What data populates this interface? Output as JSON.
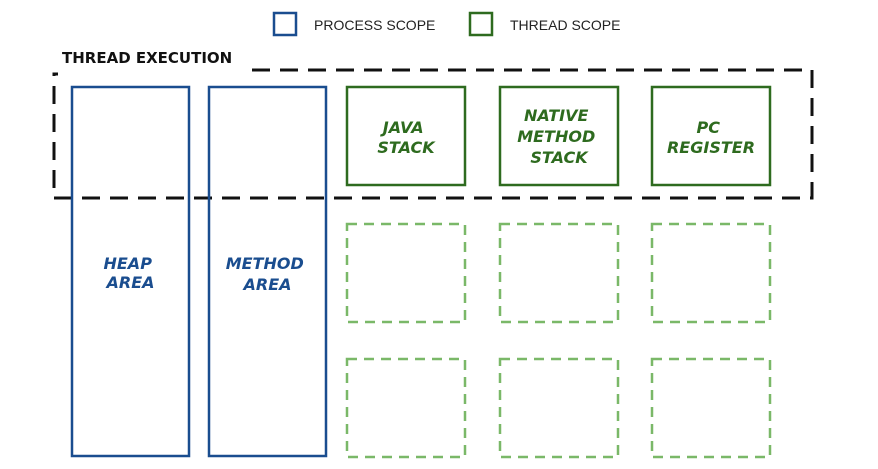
{
  "legend": {
    "items": [
      {
        "label": "PROCESS SCOPE",
        "color": "#1a4d8f",
        "scope": "process"
      },
      {
        "label": "THREAD SCOPE",
        "color": "#2e6b1f",
        "scope": "thread"
      }
    ]
  },
  "section_title": "THREAD EXECUTION",
  "process_areas": [
    {
      "lines": [
        "HEAP",
        "AREA"
      ]
    },
    {
      "lines": [
        "METHOD",
        "AREA"
      ]
    }
  ],
  "thread_areas": [
    {
      "lines": [
        "JAVA",
        "STACK"
      ]
    },
    {
      "lines": [
        "NATIVE",
        "METHOD",
        "STACK"
      ]
    },
    {
      "lines": [
        "PC",
        "REGISTER"
      ]
    }
  ],
  "colors": {
    "process": "#1a4d8f",
    "thread": "#2e6b1f",
    "thread_inactive": "#7ab868",
    "execution_border": "#111111"
  }
}
